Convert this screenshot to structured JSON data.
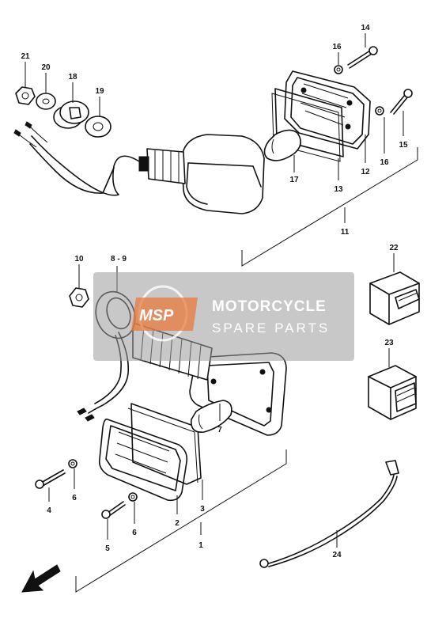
{
  "diagram": {
    "part_labels": {
      "p1": "1",
      "p2": "2",
      "p3": "3",
      "p4": "4",
      "p5": "5",
      "p6a": "6",
      "p6b": "6",
      "p7": "7",
      "p89": "8 - 9",
      "p10": "10",
      "p11": "11",
      "p12": "12",
      "p13": "13",
      "p14": "14",
      "p15": "15",
      "p16a": "16",
      "p16b": "16",
      "p17": "17",
      "p18": "18",
      "p19": "19",
      "p20": "20",
      "p21": "21",
      "p22": "22",
      "p23": "23",
      "p24": "24"
    },
    "front_arrow_icon": "direction-arrow-icon"
  },
  "watermark": {
    "logo_text": "MSP",
    "line1": "MOTORCYCLE",
    "line2": "SPARE PARTS",
    "banner_color": "#9a9a9a",
    "logo_color": "#e87a3c"
  }
}
